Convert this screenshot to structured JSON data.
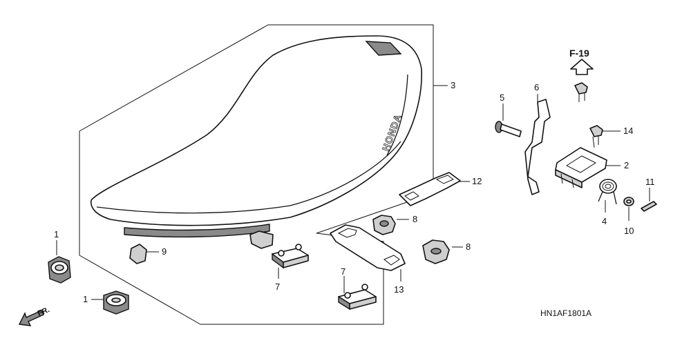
{
  "diagram": {
    "drawing_code": "HN1AF1801A",
    "reference": "F-19",
    "direction": "FR.",
    "brand_text": "HONDA",
    "callouts": {
      "c1a": "1",
      "c1b": "1",
      "c2": "2",
      "c3": "3",
      "c4": "4",
      "c5": "5",
      "c6": "6",
      "c7a": "7",
      "c7b": "7",
      "c8a": "8",
      "c8b": "8",
      "c9": "9",
      "c10": "10",
      "c11": "11",
      "c12": "12",
      "c13": "13",
      "c14": "14"
    }
  }
}
